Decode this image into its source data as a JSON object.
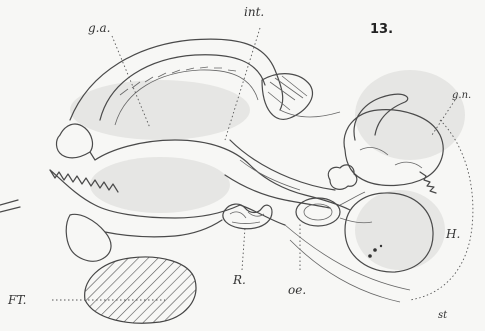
{
  "figure": {
    "number": "13.",
    "labels": {
      "ga": "g.a.",
      "int": "int.",
      "gn": "g.n.",
      "H": "H.",
      "R": "R.",
      "oe": "oe.",
      "FT": "FT.",
      "st": "st"
    }
  }
}
